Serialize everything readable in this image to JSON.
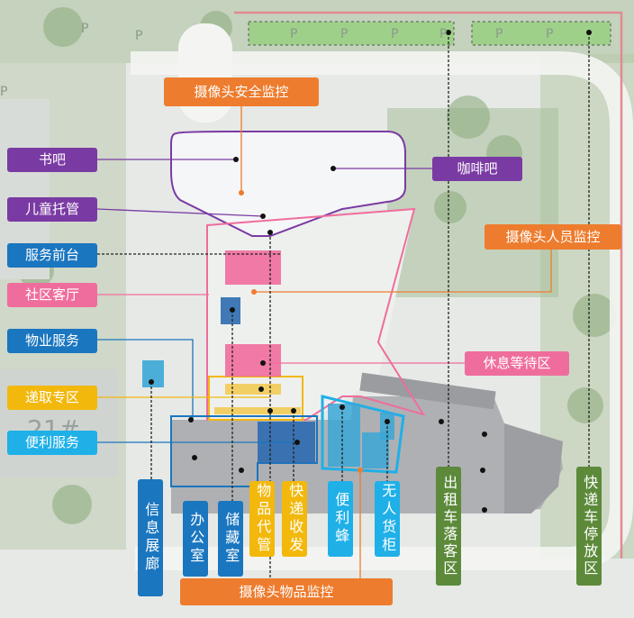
{
  "labels": {
    "camera_safety": "摄像头安全监控",
    "book_bar": "书吧",
    "child_care": "儿童托管",
    "service_desk": "服务前台",
    "community_lounge": "社区客厅",
    "property_service": "物业服务",
    "pickup_zone": "递取专区",
    "convenience_service": "便利服务",
    "cafe": "咖啡吧",
    "camera_people": "摄像头人员监控",
    "rest_waiting": "休息等待区",
    "camera_goods": "摄像头物品监控"
  },
  "vertical_labels": {
    "info_gallery": "信息展廊",
    "office": "办公室",
    "storage": "储藏室",
    "goods_custody": "物品代管",
    "express_delivery": "快递收发",
    "convenience_hive": "便利蜂",
    "unmanned_cabinet": "无人货柜",
    "taxi_dropoff": "出租车落客区",
    "courier_parking": "快递车停放区"
  },
  "map_text": {
    "parking_mark": "P",
    "building_no": "21#"
  },
  "colors": {
    "purple": "#7a3aa3",
    "blue": "#1a76bf",
    "pink": "#ef6d9c",
    "yellow": "#f2b80c",
    "cyan": "#1fb0e8",
    "orange": "#ee7c2e",
    "green": "#5c8a3a"
  }
}
